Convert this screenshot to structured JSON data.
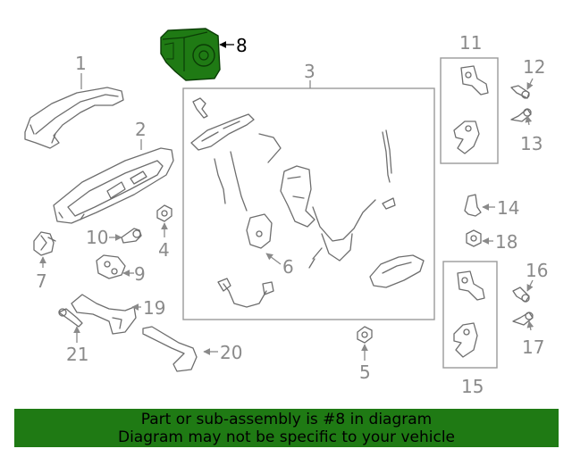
{
  "callouts": {
    "c1": "1",
    "c2": "2",
    "c3": "3",
    "c4": "4",
    "c5": "5",
    "c6": "6",
    "c7": "7",
    "c8": "8",
    "c9": "9",
    "c10": "10",
    "c11": "11",
    "c12": "12",
    "c13": "13",
    "c14": "14",
    "c15": "15",
    "c16": "16",
    "c17": "17",
    "c18": "18",
    "c19": "19",
    "c20": "20",
    "c21": "21"
  },
  "highlight_color": "#1f7a14",
  "footer": {
    "line1": "Part or sub-assembly is #8 in diagram",
    "line2": "Diagram may not be specific to your vehicle"
  }
}
